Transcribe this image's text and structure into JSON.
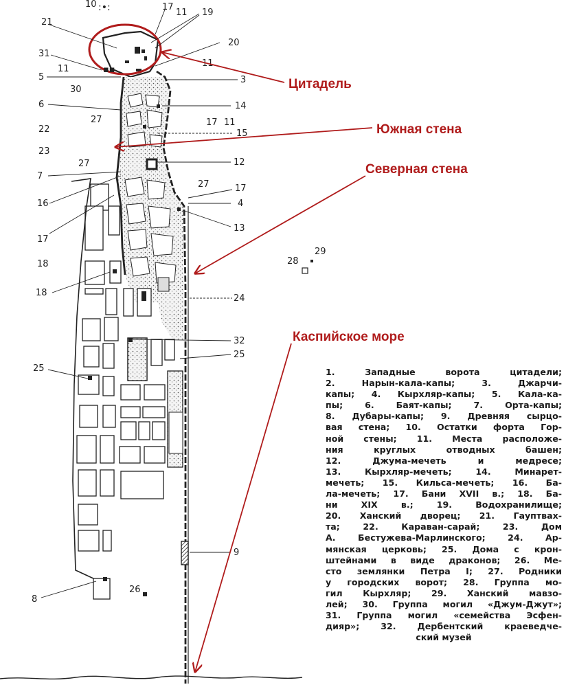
{
  "annotations": {
    "citadel": "Цитадель",
    "south_wall": "Южная стена",
    "north_wall": "Северная стена",
    "caspian_sea": "Каспийское море"
  },
  "colors": {
    "annotation": "#b01c1c",
    "map_ink": "#222222",
    "background": "#ffffff"
  },
  "labels": {
    "n10": "10",
    "n17a": "17",
    "n11a": "11",
    "n19": "19",
    "n21": "21",
    "n20": "20",
    "n11b": "11",
    "n31": "31",
    "n5": "5",
    "n11c": "11",
    "n30": "30",
    "n3": "3",
    "n6": "6",
    "n14": "14",
    "n27a": "27",
    "n17b": "17",
    "n11d": "11",
    "n15": "15",
    "n22": "22",
    "n23": "23",
    "n27b": "27",
    "n12": "12",
    "n7": "7",
    "n27c": "27",
    "n17c": "17",
    "n16": "16",
    "n4": "4",
    "n13": "13",
    "n17d": "17",
    "n18a": "18",
    "n28": "28",
    "n29": "29",
    "n18b": "18",
    "n24": "24",
    "n32": "32",
    "n25a": "25",
    "n25b": "25",
    "n9": "9",
    "n26": "26",
    "n8": "8"
  },
  "legend": {
    "lines": [
      "1. Западные ворота цитадели;",
      "2. Нарын-кала-капы; 3. Джарчи-",
      "капы; 4. Кырхляр-капы; 5. Кала-ка-",
      "пы; 6. Баят-капы; 7. Орта-капы;",
      "8. Дубары-капы; 9. Древняя сырцо-",
      "вая стена; 10. Остатки форта Гор-",
      "ной стены; 11. Места расположе-",
      "ния круглых отводных башен;",
      "12. Джума-мечеть и медресе;",
      "13. Кырхляр-мечеть; 14. Минарет-",
      "мечеть; 15. Кильса-мечеть; 16. Ба-",
      "ла-мечеть; 17. Бани XVII в.; 18. Ба-",
      "ни XIX в.; 19. Водохранилище;",
      "20. Ханский дворец; 21. Гауптвах-",
      "та; 22. Караван-сарай; 23. Дом",
      "А. Бестужева-Марлинского; 24. Ар-",
      "мянская церковь; 25. Дома с крон-",
      "штейнами в виде драконов; 26. Ме-",
      "сто землянки Петра I; 27. Родники",
      "у городских ворот; 28. Группа мо-",
      "гил Кырхляр; 29. Ханский мавзо-",
      "лей; 30. Группа могил «Джум-Джут»;",
      "31. Группа могил «семейства Эсфен-",
      "дияр»; 32. Дербентский краеведче-",
      "ский музей"
    ]
  }
}
